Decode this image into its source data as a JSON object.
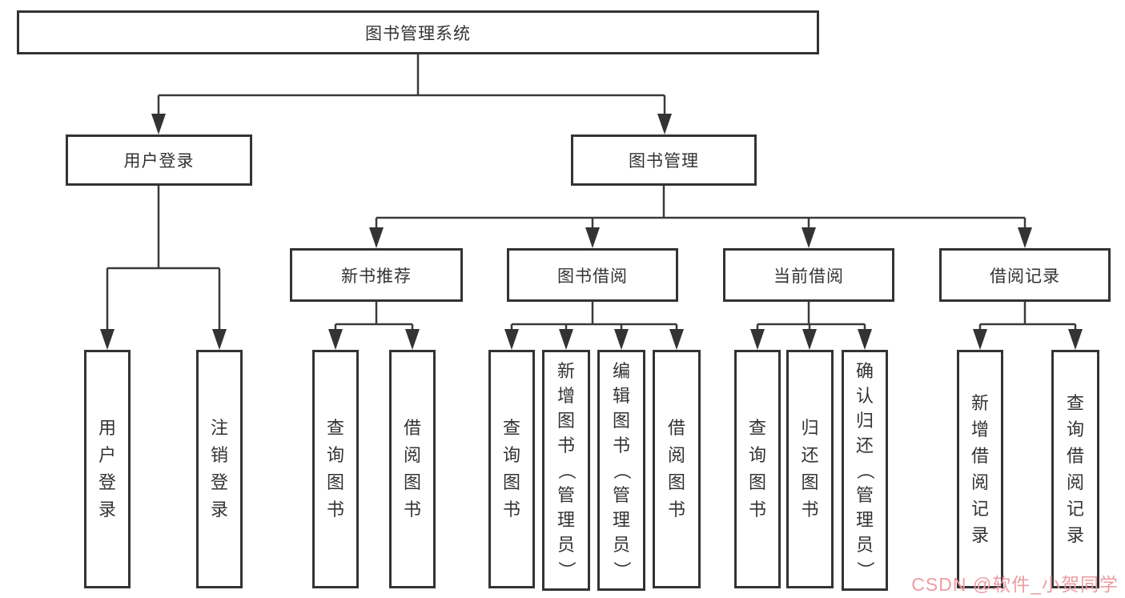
{
  "diagram": {
    "title": "图书管理系统",
    "root": {
      "label": "图书管理系统"
    },
    "level2": {
      "user_login": {
        "label": "用户登录"
      },
      "book_mgmt": {
        "label": "图书管理"
      }
    },
    "level3": {
      "new_book_recommend": {
        "label": "新书推荐"
      },
      "book_borrow": {
        "label": "图书借阅"
      },
      "current_borrow": {
        "label": "当前借阅"
      },
      "borrow_records": {
        "label": "借阅记录"
      }
    },
    "leaves": {
      "login": [
        "用户登录",
        "注销登录"
      ],
      "recommend": [
        "查询图书",
        "借阅图书"
      ],
      "borrow": [
        "查询图书",
        "新增图书（管理员）",
        "编辑图书（管理员）",
        "借阅图书"
      ],
      "current": [
        "查询图书",
        "归还图书",
        "确认归还（管理员）"
      ],
      "records": [
        "新增借阅记录",
        "查询借阅记录"
      ]
    }
  },
  "watermark": {
    "text": "CSDN @软件_小贺同学",
    "color": "#ee9ca2"
  },
  "colors": {
    "line": "#3a3a3a",
    "box_border": "#333333",
    "background": "#ffffff"
  }
}
